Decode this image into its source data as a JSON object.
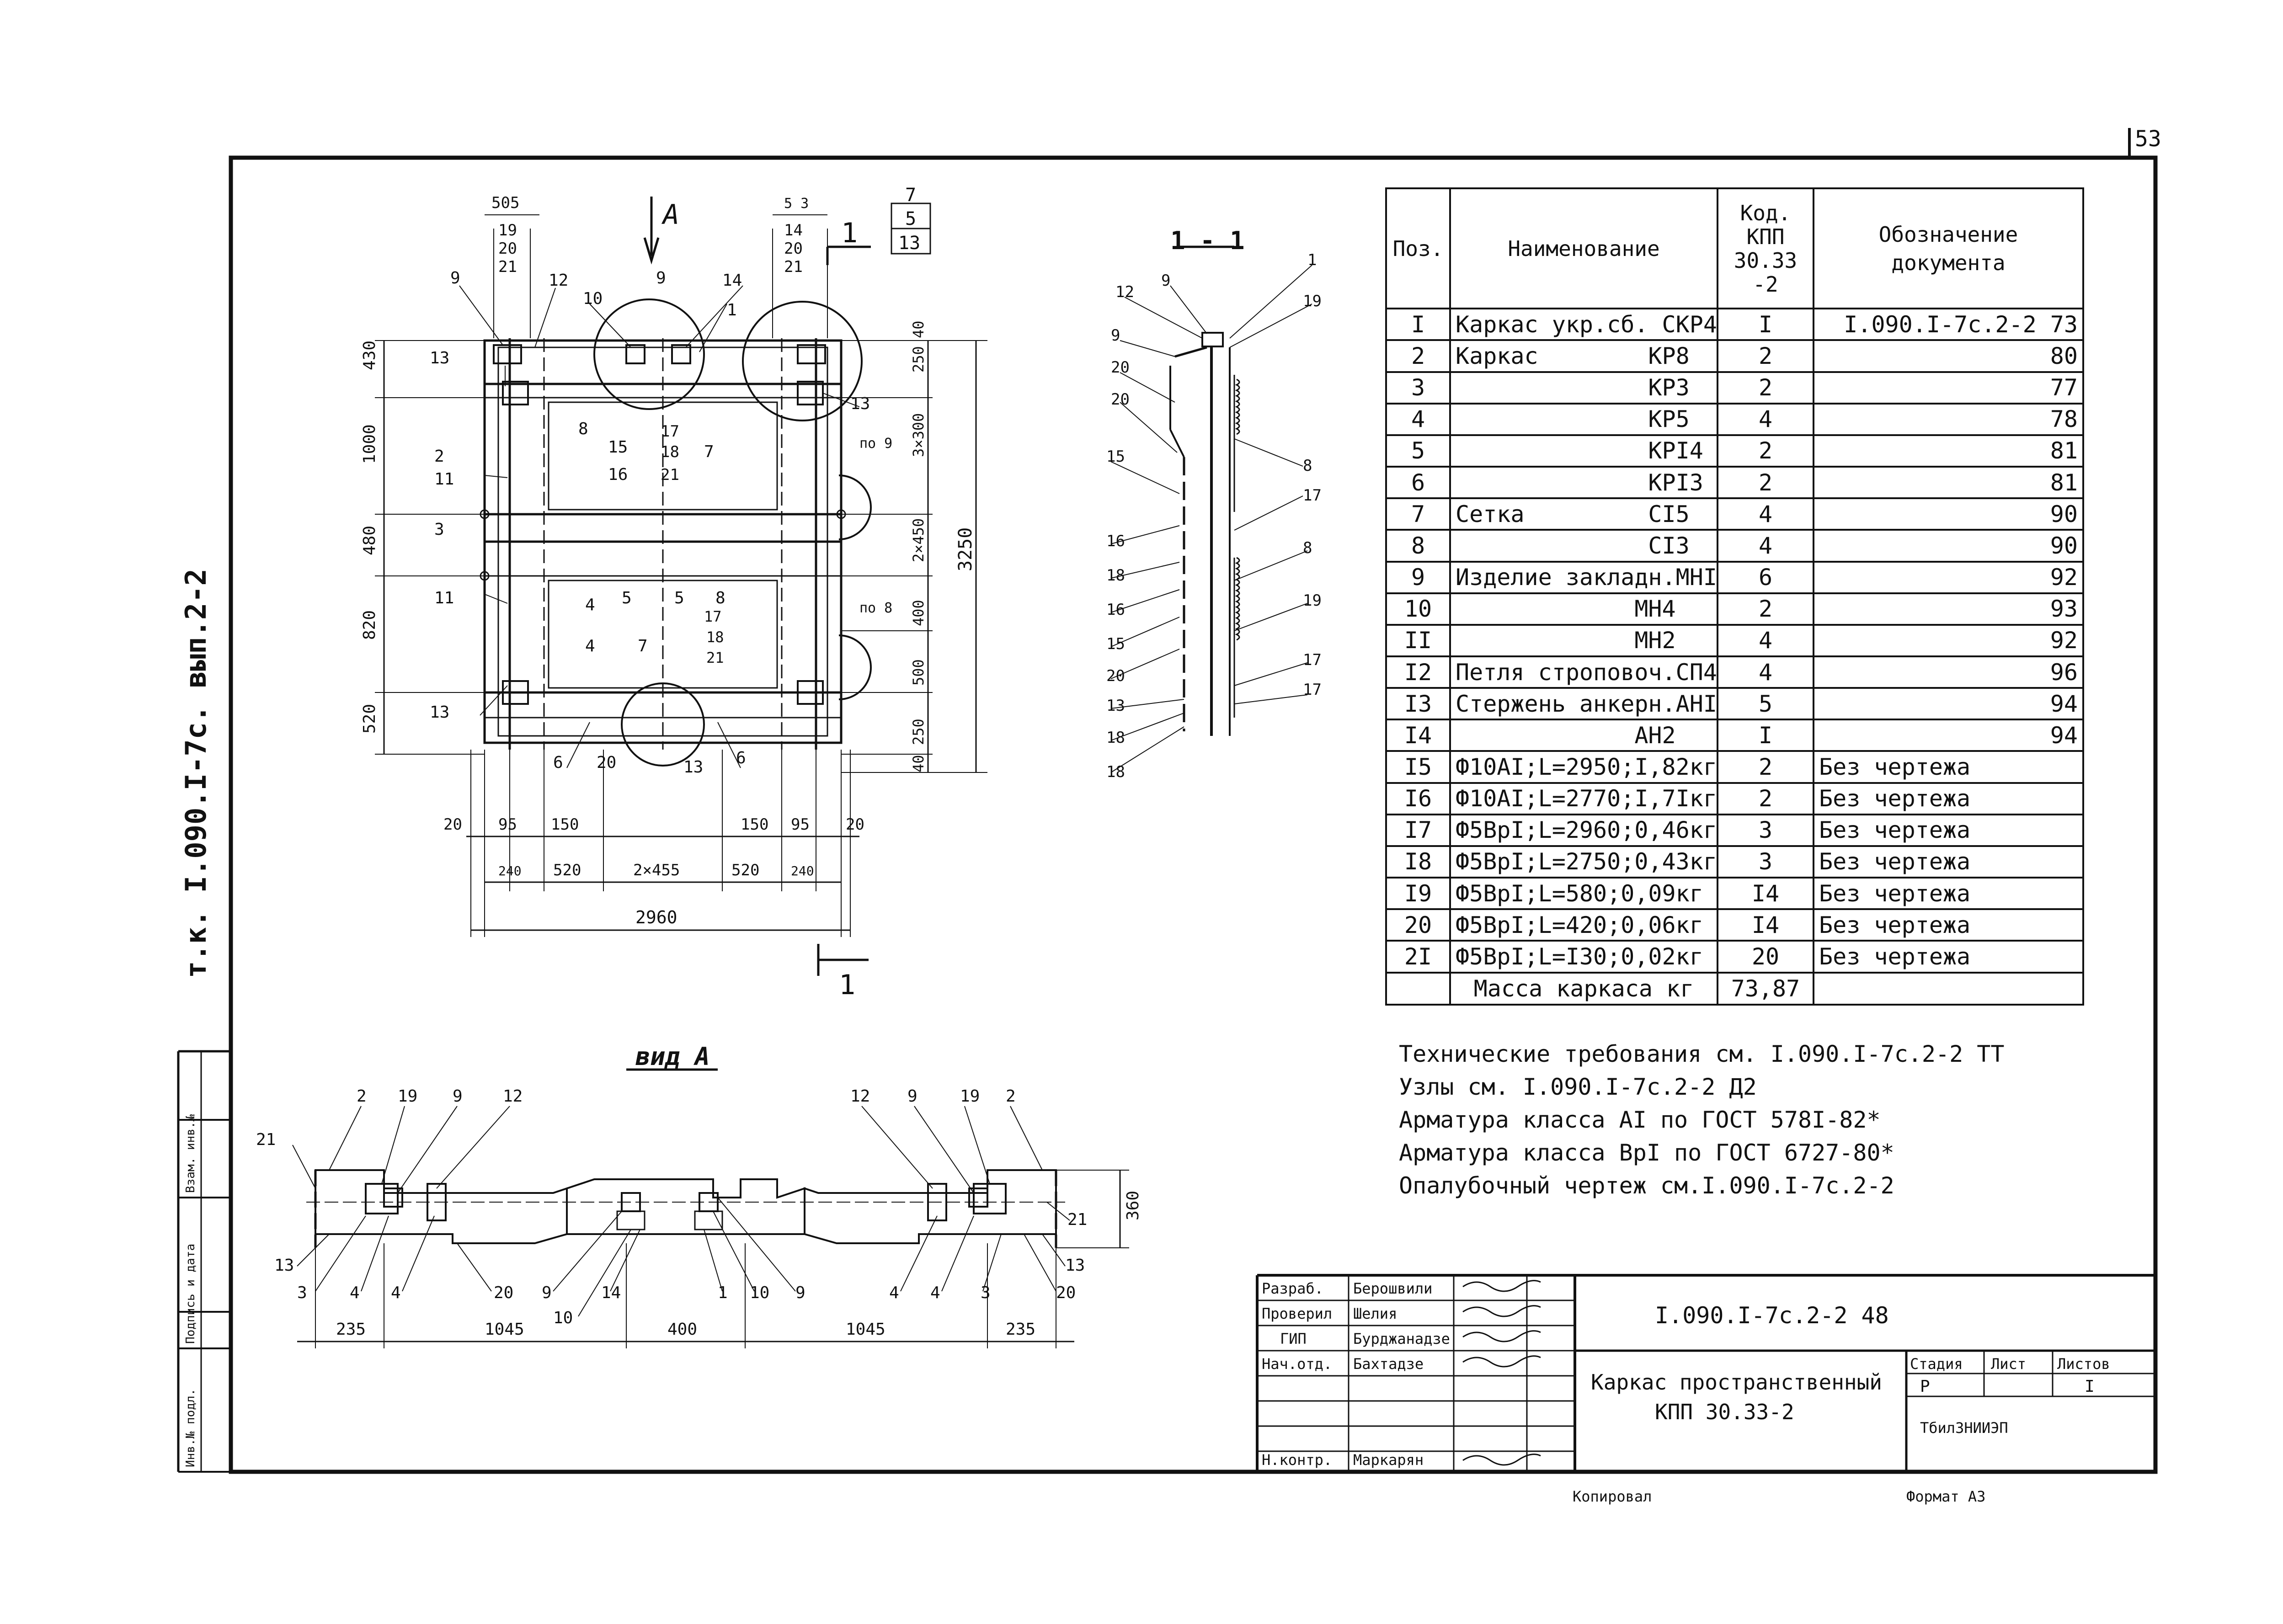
{
  "sheet_number": "53",
  "side_label": "т.к. I.090.I-7с. вып.2-2",
  "section_label": "1 - 1",
  "view_label": "вид А",
  "view_arrow_label": "А",
  "cut_label": "1",
  "table": {
    "headers": {
      "pos": "Поз.",
      "name": "Наименование",
      "code_l1": "Код.",
      "code_l2": "КПП",
      "code_l3": "30.33",
      "code_l4": "-2",
      "doc_l1": "Обозначение",
      "doc_l2": "документа"
    },
    "rows": [
      {
        "pos": "I",
        "name": "Каркас укр.сб. СКР4",
        "qty": "I",
        "doc": "I.090.I-7с.2-2 73"
      },
      {
        "pos": "2",
        "name": "Каркас        КР8",
        "qty": "2",
        "doc": "80"
      },
      {
        "pos": "3",
        "name": "              КР3",
        "qty": "2",
        "doc": "77"
      },
      {
        "pos": "4",
        "name": "              КР5",
        "qty": "4",
        "doc": "78"
      },
      {
        "pos": "5",
        "name": "              КРI4",
        "qty": "2",
        "doc": "81"
      },
      {
        "pos": "6",
        "name": "              КРI3",
        "qty": "2",
        "doc": "81"
      },
      {
        "pos": "7",
        "name": "Сетка         СI5",
        "qty": "4",
        "doc": "90"
      },
      {
        "pos": "8",
        "name": "              СI3",
        "qty": "4",
        "doc": "90"
      },
      {
        "pos": "9",
        "name": "Изделие закладн.МНI",
        "qty": "6",
        "doc": "92"
      },
      {
        "pos": "10",
        "name": "             МН4",
        "qty": "2",
        "doc": "93"
      },
      {
        "pos": "II",
        "name": "             МН2",
        "qty": "4",
        "doc": "92"
      },
      {
        "pos": "I2",
        "name": "Петля строповоч.СП4",
        "qty": "4",
        "doc": "96"
      },
      {
        "pos": "I3",
        "name": "Стержень анкерн.АНI",
        "qty": "5",
        "doc": "94"
      },
      {
        "pos": "I4",
        "name": "             АН2",
        "qty": "I",
        "doc": "94"
      },
      {
        "pos": "I5",
        "name": "Ф10АI;L=2950;I,82кг",
        "qty": "2",
        "doc": "Без чертежа"
      },
      {
        "pos": "I6",
        "name": "Ф10АI;L=2770;I,7Iкг",
        "qty": "2",
        "doc": "Без чертежа"
      },
      {
        "pos": "I7",
        "name": "Ф5ВрI;L=2960;0,46кг",
        "qty": "3",
        "doc": "Без чертежа"
      },
      {
        "pos": "I8",
        "name": "Ф5ВрI;L=2750;0,43кг",
        "qty": "3",
        "doc": "Без чертежа"
      },
      {
        "pos": "I9",
        "name": "Ф5ВрI;L=580;0,09кг",
        "qty": "I4",
        "doc": "Без чертежа"
      },
      {
        "pos": "20",
        "name": "Ф5ВрI;L=420;0,06кг",
        "qty": "I4",
        "doc": "Без чертежа"
      },
      {
        "pos": "2I",
        "name": "Ф5ВрI;L=I30;0,02кг",
        "qty": "20",
        "doc": "Без чертежа"
      }
    ],
    "mass_label": "Масса каркаса кг",
    "mass_value": "73,87"
  },
  "notes": [
    "Технические требования см. I.090.I-7с.2-2 ТТ",
    "Узлы см. I.090.I-7с.2-2 Д2",
    "Арматура класса АI по ГОСТ 578I-82*",
    "Арматура класса ВрI по ГОСТ 6727-80*",
    "Опалубочный чертеж см.I.090.I-7с.2-2"
  ],
  "title_block": {
    "designation": "I.090.I-7с.2-2 48",
    "title_l1": "Каркас пространственный",
    "title_l2": "КПП 30.33-2",
    "stage_label": "Стадия",
    "sheet_label": "Лист",
    "sheets_label": "Листов",
    "stage_value": "Р",
    "sheets_value": "I",
    "org": "ТбилЗНИИЭП",
    "roles": [
      {
        "role": "Разраб.",
        "name": "Берошвили"
      },
      {
        "role": "Проверил",
        "name": "Шелия"
      },
      {
        "role": "ГИП",
        "name": "Бурджанадзе"
      },
      {
        "role": "Нач.отд.",
        "name": "Бахтадзе"
      },
      {
        "role": "",
        "name": ""
      },
      {
        "role": "",
        "name": ""
      },
      {
        "role": "Н.контр.",
        "name": "Маркарян"
      }
    ]
  },
  "footer": {
    "copied": "Копировал",
    "format": "Формат А3"
  },
  "stamp_cols": [
    "Инв.№ подл.",
    "Подпись и дата",
    "Взам. инв.№"
  ],
  "plan_dims": {
    "top": [
      "505",
      "19",
      "20",
      "21",
      "14",
      "20",
      "21",
      "7",
      "5",
      "13"
    ],
    "left": [
      "430",
      "1000",
      "480",
      "820",
      "520"
    ],
    "right": [
      "40",
      "250",
      "3×300",
      "2×450",
      "400",
      "500",
      "250",
      "40",
      "3250"
    ],
    "bottom_row1": [
      "20",
      "95",
      "150",
      "150",
      "95",
      "20"
    ],
    "bottom_row2": [
      "240",
      "520",
      "2×455",
      "520",
      "240"
    ],
    "bottom_total": "2960",
    "top_small": "5 3"
  },
  "plan_labels": {
    "items": [
      "9",
      "12",
      "10",
      "9",
      "14",
      "1",
      "13",
      "2",
      "11",
      "3",
      "11",
      "8",
      "15",
      "16",
      "17",
      "18",
      "21",
      "7",
      "13",
      "по 9",
      "4",
      "5",
      "5",
      "8",
      "17",
      "18",
      "21",
      "4",
      "7",
      "по 8",
      "13",
      "6",
      "20",
      "13",
      "6"
    ]
  },
  "section_labels": [
    "12",
    "9",
    "1",
    "19",
    "9",
    "20",
    "20",
    "15",
    "8",
    "17",
    "16",
    "8",
    "18",
    "16",
    "19",
    "15",
    "20",
    "17",
    "13",
    "17",
    "18",
    "18"
  ],
  "viewA_labels": [
    "2",
    "19",
    "9",
    "12",
    "12",
    "9",
    "19",
    "2",
    "21",
    "21",
    "13",
    "3",
    "4",
    "4",
    "20",
    "9",
    "14",
    "1",
    "10",
    "9",
    "10",
    "4",
    "4",
    "3",
    "13",
    "20"
  ],
  "viewA_dims": [
    "235",
    "1045",
    "400",
    "1045",
    "235",
    "360"
  ]
}
